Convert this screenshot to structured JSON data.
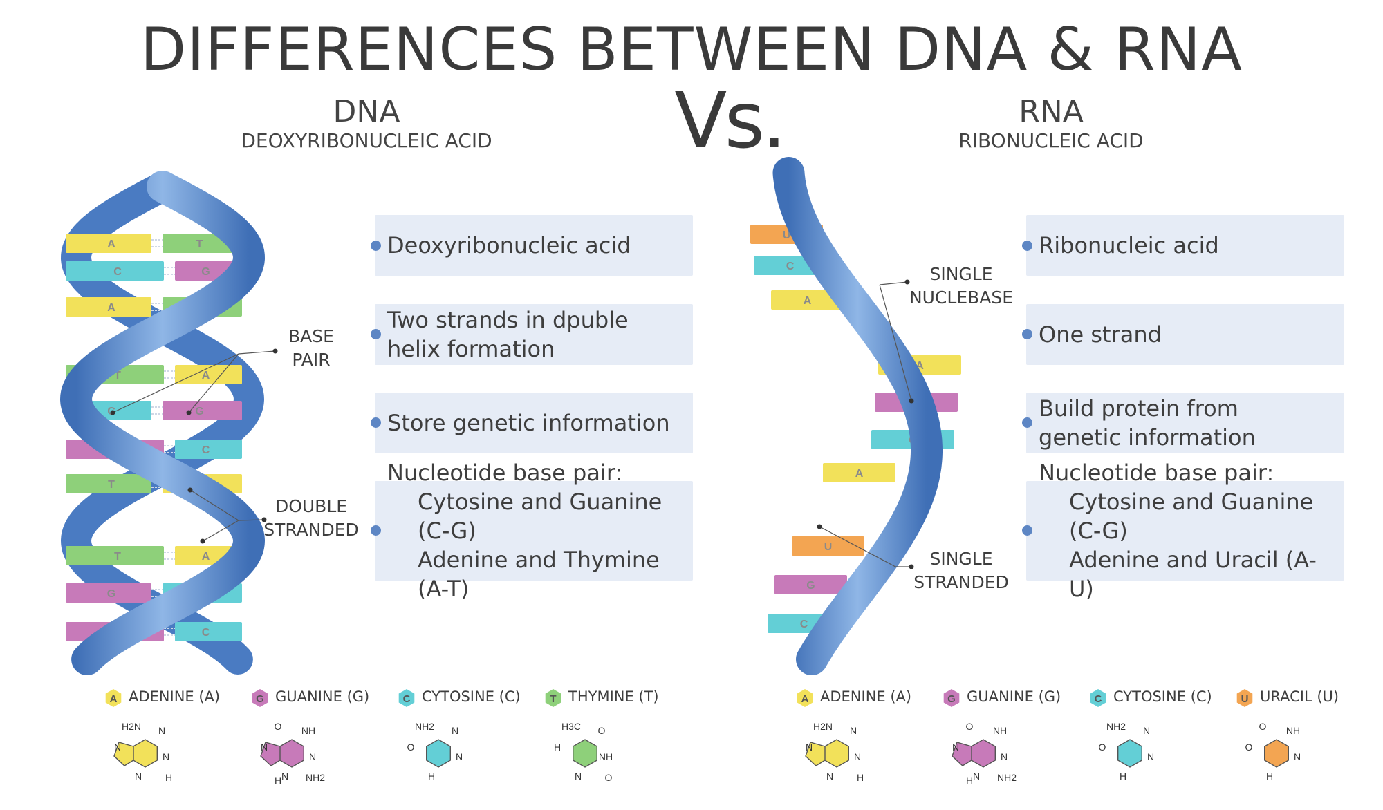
{
  "title": "DIFFERENCES BETWEEN DNA & RNA",
  "vs": "Vs.",
  "dna": {
    "abbr": "DNA",
    "full": "DEOXYRIBONUCLEIC ACID",
    "rows": [
      {
        "lines": [
          "Deoxyribonucleic acid"
        ]
      },
      {
        "lines": [
          "Two strands in dpuble",
          "helix formation"
        ]
      },
      {
        "lines": [
          "Store genetic information"
        ]
      },
      {
        "lines": [
          "Nucleotide base pair:"
        ],
        "indented": [
          "Cytosine and Guanine (C-G)",
          "Adenine and Thymine (A-T)"
        ]
      }
    ],
    "labels": {
      "base_pair": "BASE\nPAIR",
      "double_stranded": "DOUBLE\nSTRANDED"
    },
    "rungs": [
      [
        "A",
        "T"
      ],
      [
        "C",
        "G"
      ],
      [
        "A",
        "T"
      ],
      [
        "T",
        "A"
      ],
      [
        "C",
        "G"
      ],
      [
        "G",
        "C"
      ],
      [
        "T",
        "A"
      ],
      [
        "T",
        "A"
      ],
      [
        "G",
        "C"
      ],
      [
        "G",
        "C"
      ]
    ],
    "legend": [
      {
        "letter": "A",
        "name": "ADENINE (A)",
        "color": "#f2e15a"
      },
      {
        "letter": "G",
        "name": "GUANINE (G)",
        "color": "#c77ab9"
      },
      {
        "letter": "C",
        "name": "CYTOSINE (C)",
        "color": "#63cfd6"
      },
      {
        "letter": "T",
        "name": "THYMINE (T)",
        "color": "#8ed07a"
      }
    ]
  },
  "rna": {
    "abbr": "RNA",
    "full": "RIBONUCLEIC ACID",
    "rows": [
      {
        "lines": [
          "Ribonucleic acid"
        ]
      },
      {
        "lines": [
          "One strand"
        ]
      },
      {
        "lines": [
          "Build protein from",
          "genetic information"
        ]
      },
      {
        "lines": [
          "Nucleotide base pair:"
        ],
        "indented": [
          "Cytosine and Guanine (C-G)",
          "Adenine and Uracil (A-U)"
        ]
      }
    ],
    "labels": {
      "single_nucleobase": "SINGLE\nNUCLEBASE",
      "single_stranded": "SINGLE\nSTRANDED"
    },
    "bases": [
      "U",
      "C",
      "A",
      "A",
      "G",
      "C",
      "A",
      "U",
      "G",
      "C"
    ],
    "legend": [
      {
        "letter": "A",
        "name": "ADENINE (A)",
        "color": "#f2e15a"
      },
      {
        "letter": "G",
        "name": "GUANINE (G)",
        "color": "#c77ab9"
      },
      {
        "letter": "C",
        "name": "CYTOSINE (C)",
        "color": "#63cfd6"
      },
      {
        "letter": "U",
        "name": "URACIL (U)",
        "color": "#f3a552"
      }
    ]
  },
  "structures": {
    "adenine": [
      "H2N",
      "N",
      "N",
      "N",
      "N",
      "H"
    ],
    "guanine": [
      "O",
      "NH",
      "N",
      "N",
      "N",
      "NH2",
      "H"
    ],
    "cytosine": [
      "NH2",
      "N",
      "N",
      "H",
      "O"
    ],
    "thymine": [
      "H3C",
      "O",
      "NH",
      "N",
      "H",
      "O"
    ],
    "uracil": [
      "O",
      "NH",
      "N",
      "H",
      "O"
    ]
  },
  "colors": {
    "helix": "#5b8fd0",
    "helix_dark": "#3f6fb6",
    "helix_light": "#8fb6e6",
    "A": "#f2e15a",
    "T": "#8ed07a",
    "C": "#63cfd6",
    "G": "#c77ab9",
    "U": "#f3a552",
    "box": "#e6ecf6",
    "dot": "#5d86c4"
  }
}
